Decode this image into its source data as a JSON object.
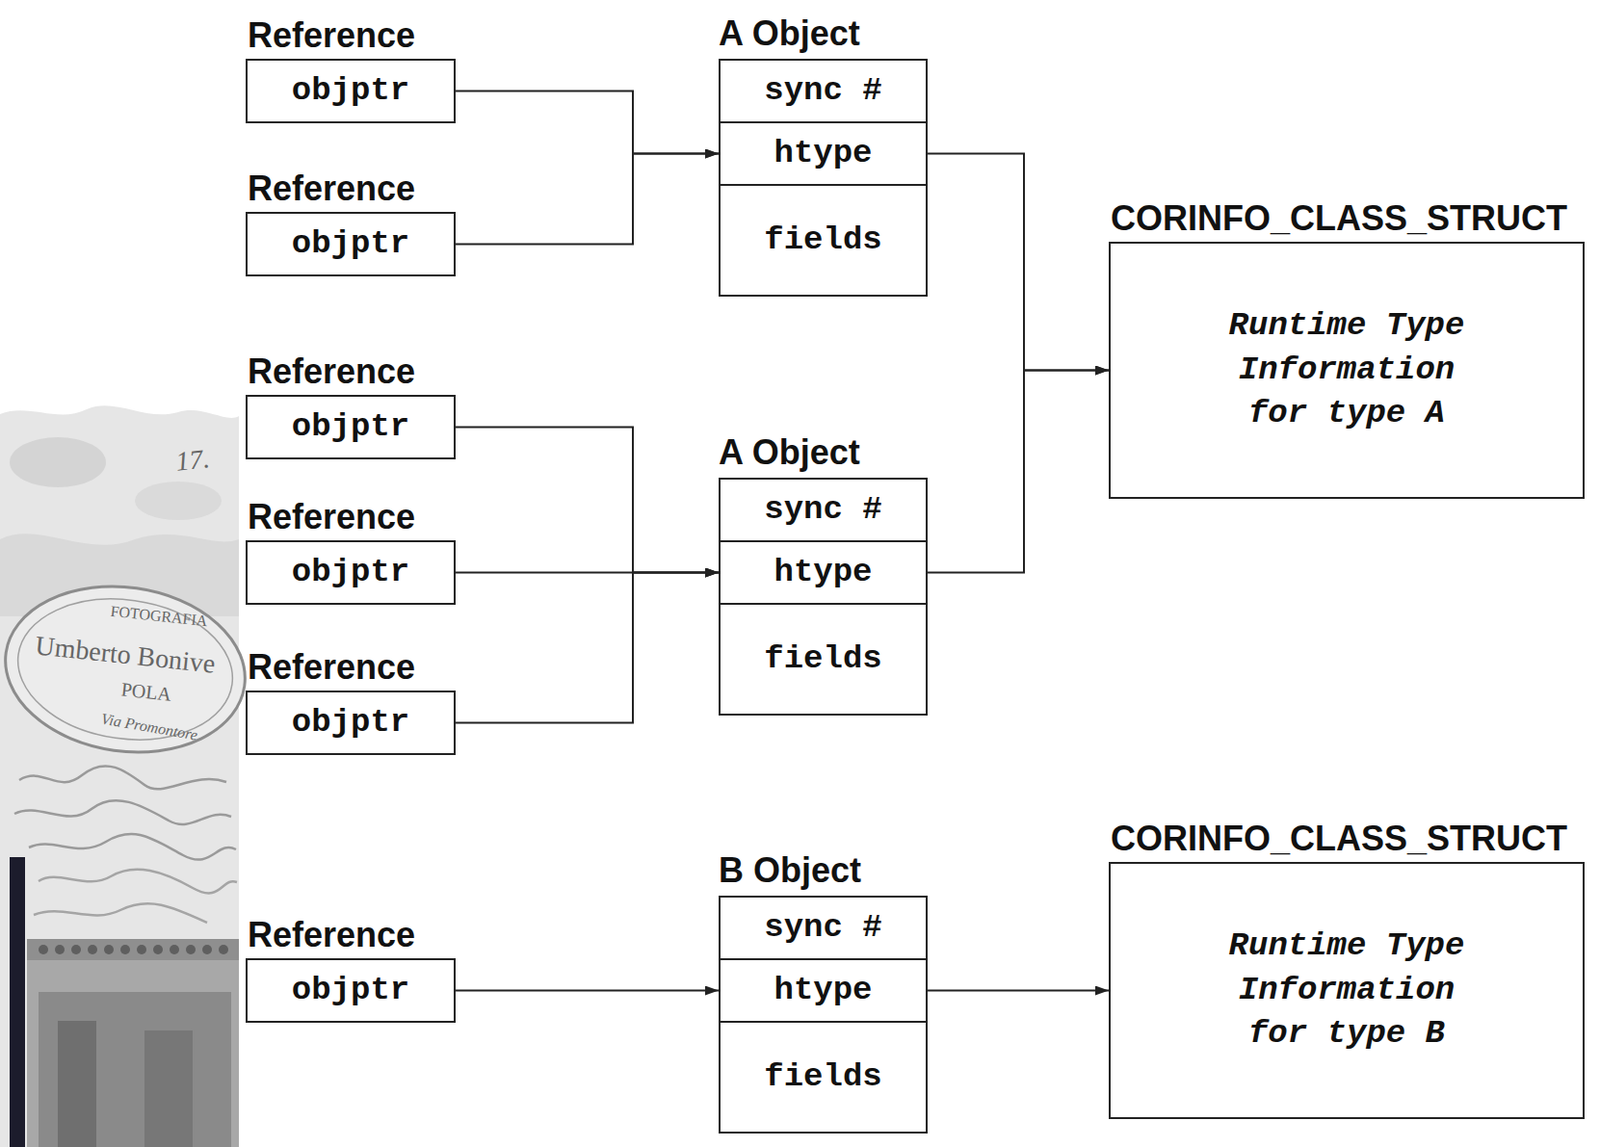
{
  "diagram": {
    "nodes": [
      {
        "text": [
          "Reference",
          "objptr"
        ]
      },
      {
        "text": [
          "Reference",
          "objptr"
        ]
      },
      {
        "text": [
          "A Object"
        ]
      },
      {
        "text": [
          "sync #"
        ],
        "in": 2
      },
      {
        "text": [
          "htype"
        ],
        "in": 2
      },
      {
        "text": [
          "fields"
        ],
        "in": 2
      },
      {
        "text": [
          "CORINFO_CLASS_STRUCT",
          "Runtime Type Information for type A"
        ]
      },
      {
        "text": [
          "Reference",
          "objptr"
        ]
      },
      {
        "text": [
          "Reference",
          "objptr"
        ]
      },
      {
        "text": [
          "Reference",
          "objptr"
        ]
      },
      {
        "text": [
          "A Object"
        ]
      },
      {
        "text": [
          "sync #"
        ],
        "in": 10
      },
      {
        "text": [
          "htype"
        ],
        "in": 10
      },
      {
        "text": [
          "fields"
        ],
        "in": 10
      },
      {
        "text": [
          "Reference",
          "objptr"
        ]
      },
      {
        "text": [
          "B Object"
        ]
      },
      {
        "text": [
          "sync #"
        ],
        "in": 15
      },
      {
        "text": [
          "htype"
        ],
        "in": 15
      },
      {
        "text": [
          "fields"
        ],
        "in": 15
      },
      {
        "text": [
          "CORINFO_CLASS_STRUCT",
          "Runtime Type Information for type B"
        ]
      }
    ],
    "edges": [
      {
        "from": 0,
        "to": 4,
        "arrow": "to"
      },
      {
        "from": 1,
        "to": 4,
        "arrow": "to"
      },
      {
        "from": 4,
        "to": 6,
        "arrow": "to"
      },
      {
        "from": 7,
        "to": 12,
        "arrow": "to"
      },
      {
        "from": 8,
        "to": 12,
        "arrow": "to"
      },
      {
        "from": 9,
        "to": 12,
        "arrow": "to"
      },
      {
        "from": 12,
        "to": 6,
        "arrow": "to"
      },
      {
        "from": 14,
        "to": 17,
        "arrow": "to"
      },
      {
        "from": 17,
        "to": 19,
        "arrow": "to"
      }
    ],
    "labels": [
      "17.",
      "FOTOGRAFIA",
      "Umberto Bonive",
      "POLA",
      "Via Promontore"
    ]
  }
}
